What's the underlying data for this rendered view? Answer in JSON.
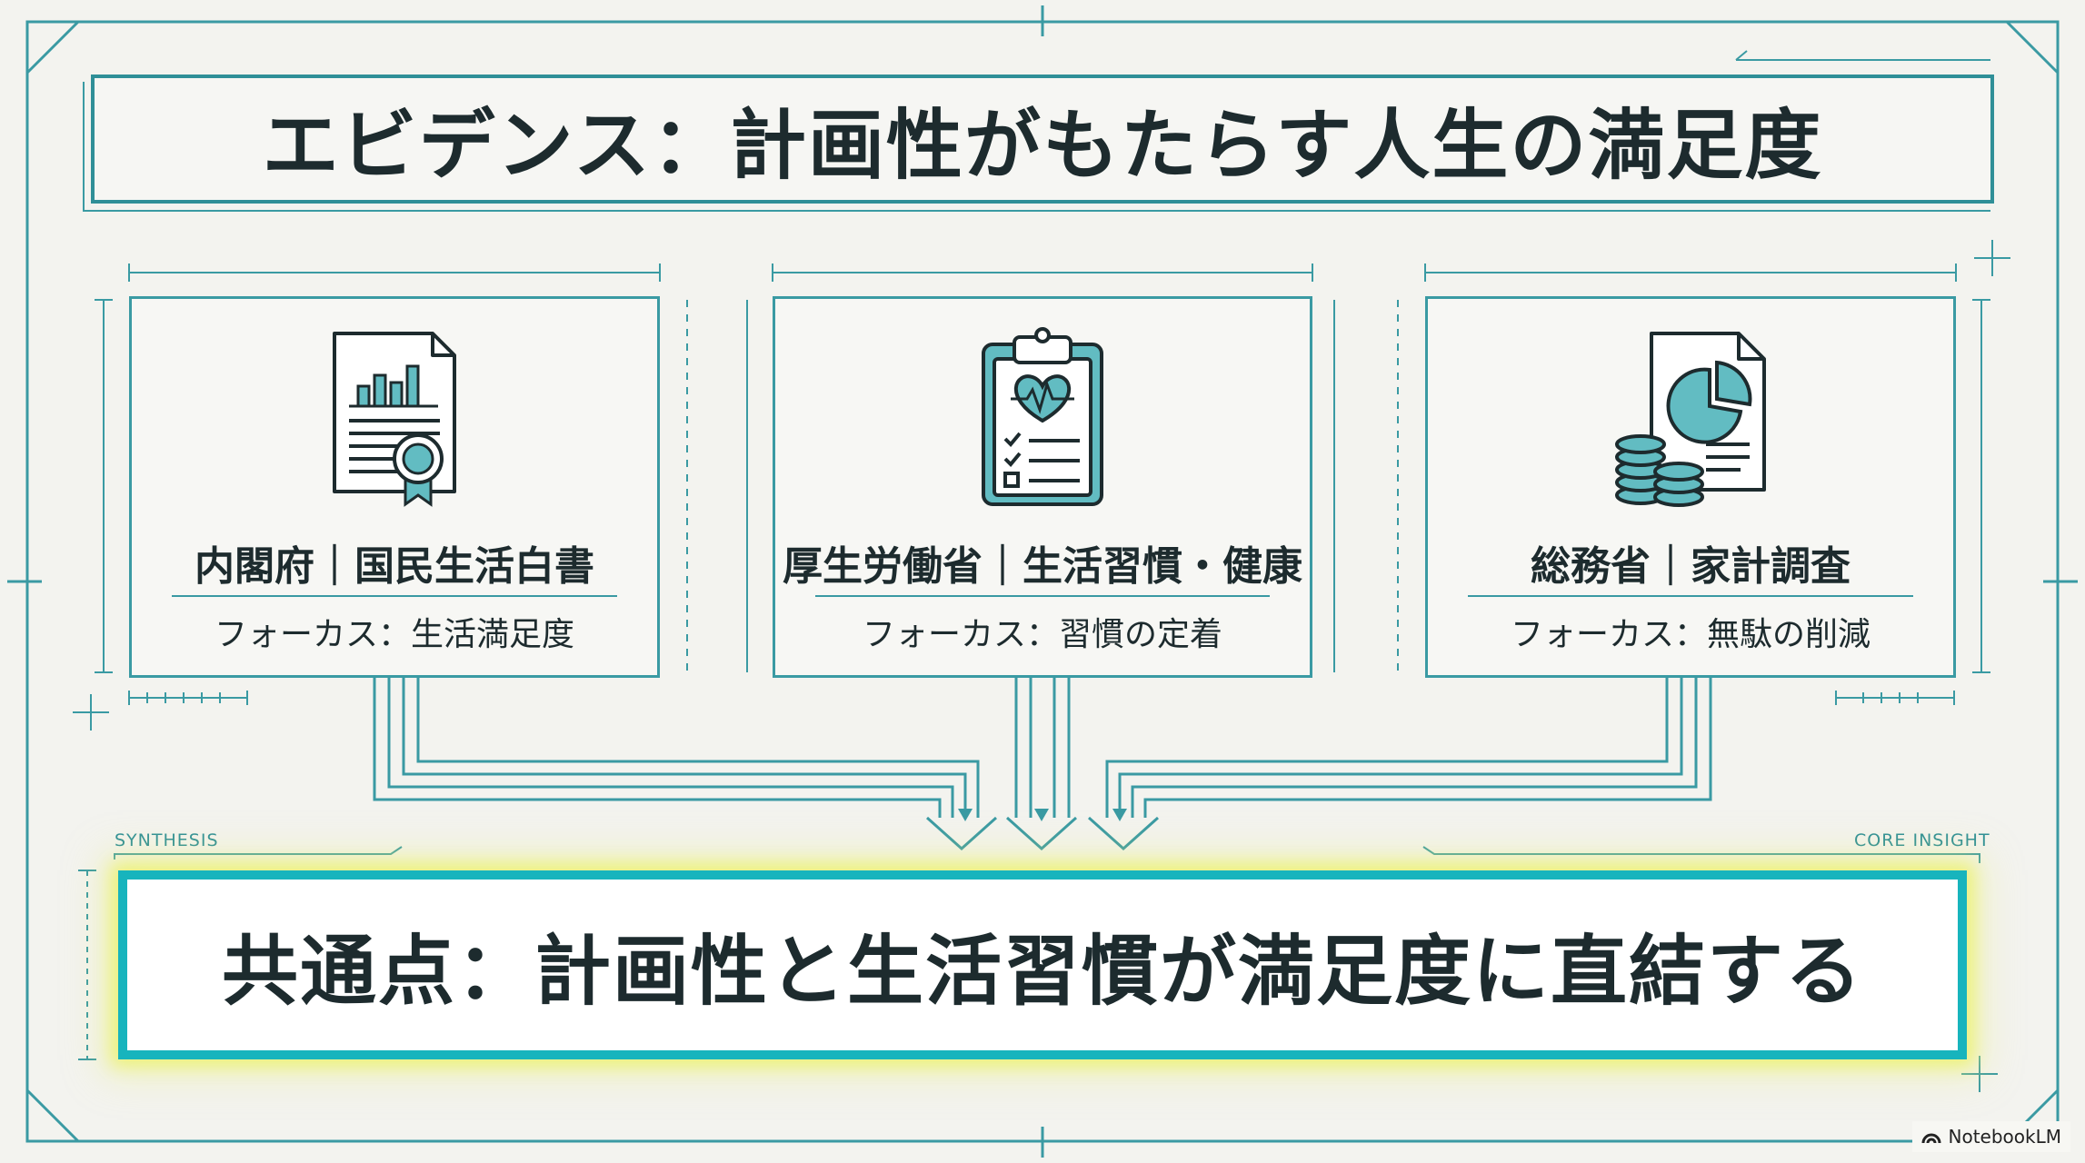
{
  "title": "エビデンス：計画性がもたらす人生の満足度",
  "cards": [
    {
      "icon": "report-certificate-icon",
      "title": "内閣府｜国民生活白書",
      "focus": "フォーカス：生活満足度"
    },
    {
      "icon": "health-clipboard-icon",
      "title": "厚生労働省｜生活習慣・健康",
      "focus": "フォーカス：習慣の定着"
    },
    {
      "icon": "coins-pie-chart-icon",
      "title": "総務省｜家計調査",
      "focus": "フォーカス：無駄の削減"
    }
  ],
  "labels": {
    "left": "SYNTHESIS",
    "right": "CORE INSIGHT"
  },
  "conclusion": "共通点：計画性と生活習慣が満足度に直結する",
  "brand": "NotebookLM",
  "colors": {
    "line": "#3a9aa3",
    "accent": "#17b4bd",
    "glow": "#ecf26e",
    "text": "#1d2b2e",
    "background": "#f3f3ef"
  }
}
